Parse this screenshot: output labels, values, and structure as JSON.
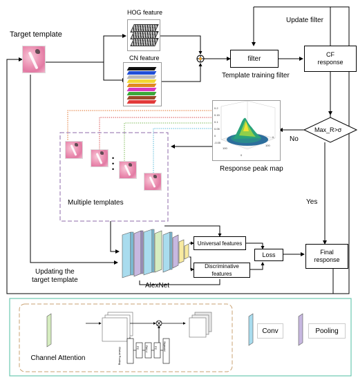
{
  "top": {
    "target_template": "Target template",
    "hog_feature": "HOG feature",
    "cn_feature": "CN feature",
    "filter": "filter",
    "cf_response": "CF\nresponse",
    "update_filter": "Update filter",
    "template_training_filter": "Template training filter"
  },
  "middle": {
    "max_condition": "Max_R>σ",
    "no": "No",
    "yes": "Yes",
    "response_peak_map": "Response peak map",
    "multiple_templates": "Multiple templates",
    "dots": "•\n•\n•"
  },
  "bottom": {
    "universal_features": "Universal features",
    "discriminative_features": "Discriminative features",
    "loss": "Loss",
    "final_response": "Final\nresponse",
    "alexnet": "AlexNet",
    "updating_target": "Updating the\ntarget template"
  },
  "legend": {
    "channel_attention": "Channel Attention",
    "conv": "Conv",
    "pooling": "Pooling",
    "stack_labels": [
      "Global Pooling",
      "FC",
      "ReLU",
      "FC",
      "Sigmoid"
    ]
  },
  "colors": {
    "conv": "#a9dcee",
    "pooling": "#c7b8e0",
    "attention": "#d6edc0",
    "feature_yellow": "#f8eaa0",
    "legend_border": "#6cc8b1",
    "dashed_purple": "#8e6aa8",
    "dashed_orange": "#c9a070"
  }
}
